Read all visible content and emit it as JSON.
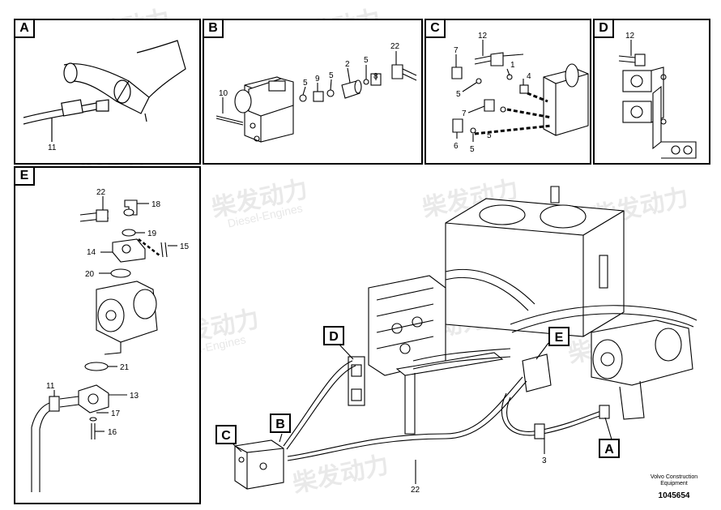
{
  "panels": {
    "A": {
      "tag": "A",
      "labels": {
        "p11": "11"
      }
    },
    "B": {
      "tag": "B",
      "labels": {
        "p10": "10",
        "p5a": "5",
        "p9": "9",
        "p5b": "5",
        "p2": "2",
        "p5c": "5",
        "p8": "8",
        "p22": "22"
      }
    },
    "C": {
      "tag": "C",
      "labels": {
        "p7a": "7",
        "p12": "12",
        "p1": "1",
        "p4": "4",
        "p5a": "5",
        "p7b": "7",
        "p5b": "5",
        "p6": "6",
        "p5c": "5"
      }
    },
    "D": {
      "tag": "D",
      "labels": {
        "p12": "12"
      }
    },
    "E": {
      "tag": "E",
      "labels": {
        "p22": "22",
        "p18": "18",
        "p19": "19",
        "p15": "15",
        "p14": "14",
        "p20": "20",
        "p21": "21",
        "p11": "11",
        "p13": "13",
        "p17": "17",
        "p16": "16"
      }
    }
  },
  "main": {
    "callouts": {
      "D": "D",
      "E": "E",
      "B": "B",
      "C": "C",
      "A": "A"
    },
    "labels": {
      "p22": "22",
      "p3": "3"
    }
  },
  "footer": {
    "caption_line1": "Volvo Construction",
    "caption_line2": "Equipment",
    "drawing_id": "1045654"
  },
  "watermark": {
    "text_cn": "柴发动力",
    "text_en": "Diesel-Engines"
  },
  "colors": {
    "line": "#000000",
    "background": "#ffffff",
    "watermark": "#d8d8d8"
  }
}
